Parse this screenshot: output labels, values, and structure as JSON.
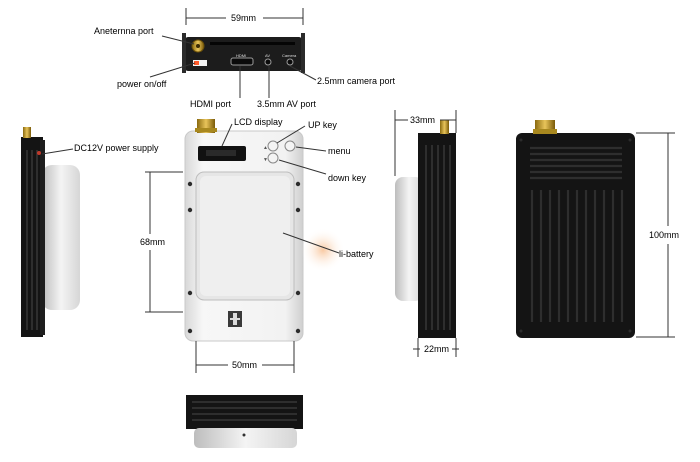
{
  "labels": {
    "antenna_port": "Aneternna port",
    "power_onoff": "power on/off",
    "hdmi_port": "HDMI port",
    "av_port": "3.5mm AV port",
    "camera_port": "2.5mm camera port",
    "dc12v": "DC12V power supply",
    "lcd_display": "LCD display",
    "up_key": "UP key",
    "menu": "menu",
    "down_key": "down key",
    "li_battery": "li-battery"
  },
  "dimensions": {
    "width_top": "59mm",
    "height_front": "68mm",
    "width_front": "50mm",
    "depth_top": "33mm",
    "depth_bottom": "22mm",
    "height_back": "100mm"
  },
  "panel_text": {
    "hdmi": "HDMI",
    "av": "AV",
    "camera": "Camera"
  }
}
